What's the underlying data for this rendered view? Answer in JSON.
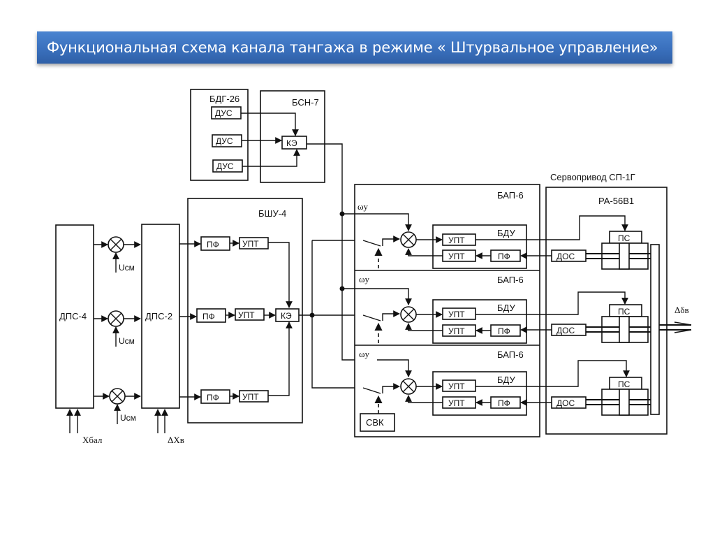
{
  "slide": {
    "title": "Функциональная схема канала тангажа в режиме « Штурвальное управление»",
    "accent_color": "#3a70bd"
  },
  "diagram": {
    "bdg": {
      "label": "БДГ-26",
      "sensors": [
        "ДУС",
        "ДУС",
        "ДУС"
      ]
    },
    "bsn": {
      "label": "БСН-7",
      "summer": "КЭ"
    },
    "dps4": {
      "label": "ДПС-4",
      "input": "Xбал"
    },
    "dps2": {
      "label": "ДПС-2",
      "input": "ΔXв"
    },
    "mixers": {
      "bias_label": "Uсм"
    },
    "bshu": {
      "label": "БШУ-4",
      "filter": "ПФ",
      "amplifier": "УПТ",
      "summer": "КЭ"
    },
    "bap": {
      "channels": [
        {
          "label": "БАП-6",
          "omega": "ωу",
          "bdu": "БДУ",
          "upt_fwd": "УПТ",
          "upt_back": "УПТ",
          "pf": "ПФ"
        },
        {
          "label": "БАП-6",
          "omega": "ωу",
          "bdu": "БДУ",
          "upt_fwd": "УПТ",
          "upt_back": "УПТ",
          "pf": "ПФ"
        },
        {
          "label": "БАП-6",
          "omega": "ωу",
          "bdu": "БДУ",
          "upt_fwd": "УПТ",
          "upt_back": "УПТ",
          "pf": "ПФ"
        }
      ],
      "svk": "СВК"
    },
    "servo": {
      "label": "Сервопривод СП-1Г",
      "actuator": "РА-56В1",
      "valve": "ПС",
      "feedback": "ДОС",
      "output": "Δδв"
    }
  }
}
